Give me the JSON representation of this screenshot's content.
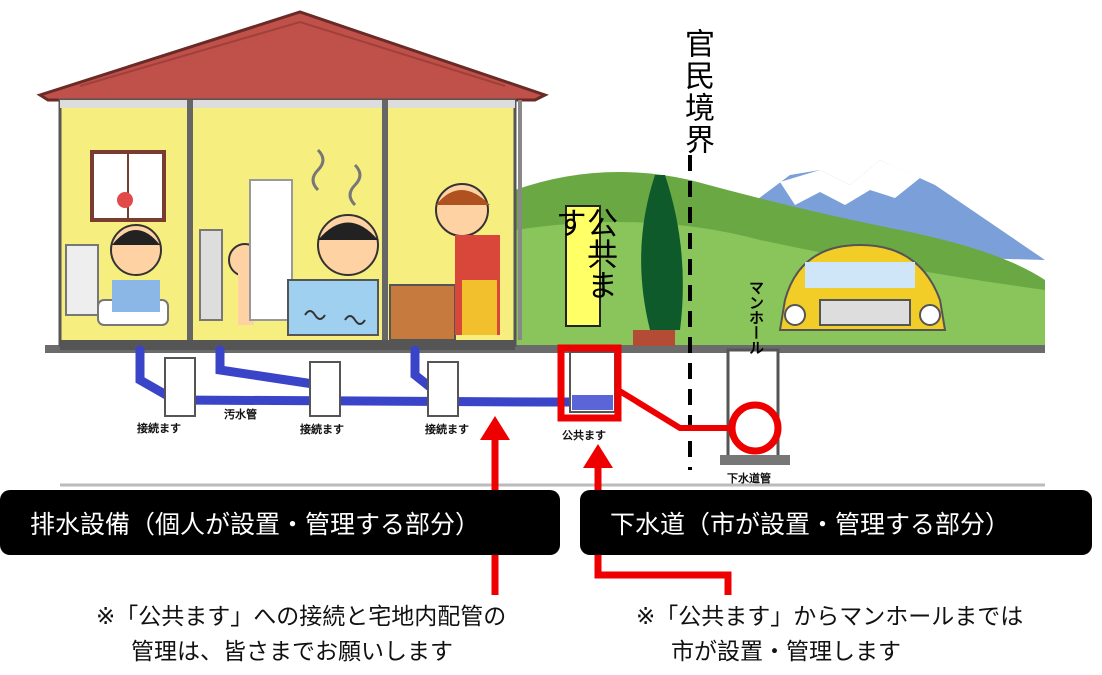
{
  "labels": {
    "boundary": "官民境界",
    "public_basin_tag": "公共ます",
    "manhole": "マンホール",
    "connection_basin_1": "接続ます",
    "sewage_pipe": "汚水管",
    "connection_basin_2": "接続ます",
    "connection_basin_3": "接続ます",
    "public_basin": "公共ます",
    "sewer_main": "下水道管"
  },
  "banners": {
    "private": "排水設備（個人が設置・管理する部分）",
    "public": "下水道（市が設置・管理する部分）"
  },
  "notes": {
    "left_line1": "※「公共ます」への接続と宅地内配管の",
    "left_line2": "管理は、皆さまでお願いします",
    "right_line1": "※「公共ます」からマンホールまでは",
    "right_line2": "市が設置・管理します"
  },
  "colors": {
    "highlight_red": "#ee0000",
    "pipe_blue": "#3a44c8",
    "house_wall": "#f7ee80",
    "roof": "#c0504a",
    "hill_green": "#6aa844",
    "banner_bg": "#000000"
  }
}
